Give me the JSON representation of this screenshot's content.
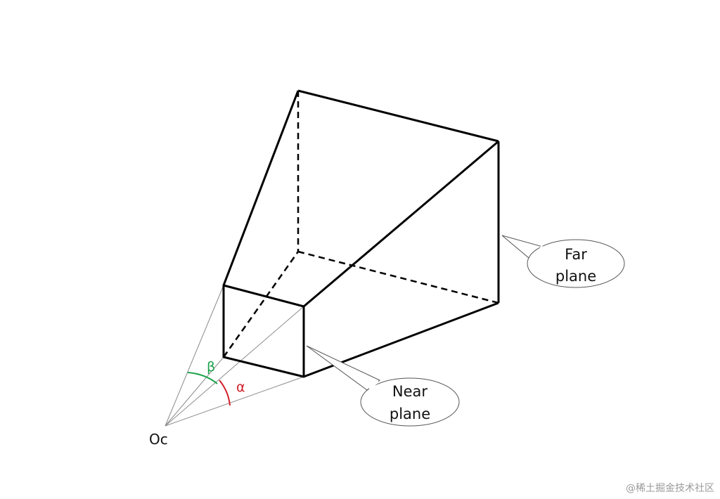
{
  "labels": {
    "far_plane_line1": "Far",
    "far_plane_line2": "plane",
    "near_plane_line1": "Near",
    "near_plane_line2": "plane",
    "origin": "Oc",
    "angle_beta": "β",
    "angle_alpha": "α"
  },
  "colors": {
    "angle_beta": "#1aa34a",
    "angle_alpha": "#d0202a",
    "edge": "#000000",
    "ray": "#8a8a8a"
  },
  "watermark": "@稀土掘金技术社区"
}
